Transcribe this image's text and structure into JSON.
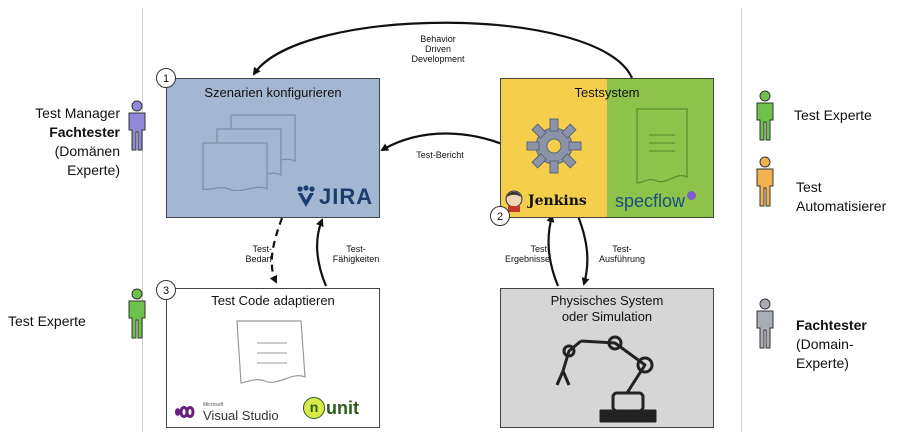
{
  "boxes": {
    "jira": {
      "number": "1",
      "title": "Szenarien konfigurieren",
      "logo": "JIRA"
    },
    "testsystem": {
      "number": "2",
      "title": "Testsystem",
      "jenkins": "Jenkins",
      "specflow": "specflow"
    },
    "testcode": {
      "number": "3",
      "title": "Test Code adaptieren",
      "vs_small": "Microsoft",
      "vs": "Visual Studio",
      "nunit": "unit"
    },
    "physical": {
      "title_line1": "Physisches System",
      "title_line2": "oder Simulation"
    }
  },
  "arrows": {
    "bdd": [
      "Behavior",
      "Driven",
      "Development"
    ],
    "bericht": "Test-Bericht",
    "bedarf": [
      "Test-",
      "Bedarf"
    ],
    "faehigkeiten": [
      "Test-",
      "Fähigkeiten"
    ],
    "ergebnisse": [
      "Test-",
      "Ergebnisse"
    ],
    "ausfuehrung": [
      "Test-",
      "Ausführung"
    ]
  },
  "roles": {
    "left_top": {
      "line1": "Test Manager",
      "line2": "Fachtester",
      "line3": "(Domänen",
      "line4": "Experte)"
    },
    "left_bottom": "Test  Experte",
    "right_1": "Test  Experte",
    "right_2": {
      "line1": "Test",
      "line2": "Automatisierer"
    },
    "right_3": {
      "line1": "Fachtester",
      "line2": "(Domain-",
      "line3": "Experte)"
    }
  },
  "colors": {
    "jira_box": "#a3b7d3",
    "testsystem_yellow": "#f5cf4c",
    "testsystem_green": "#8dc34a",
    "physical_box": "#d6d6d6",
    "person_purple": "#8f8ad8",
    "person_green": "#6cc24a",
    "person_orange": "#f2b250",
    "person_gray": "#a9aeb4"
  }
}
